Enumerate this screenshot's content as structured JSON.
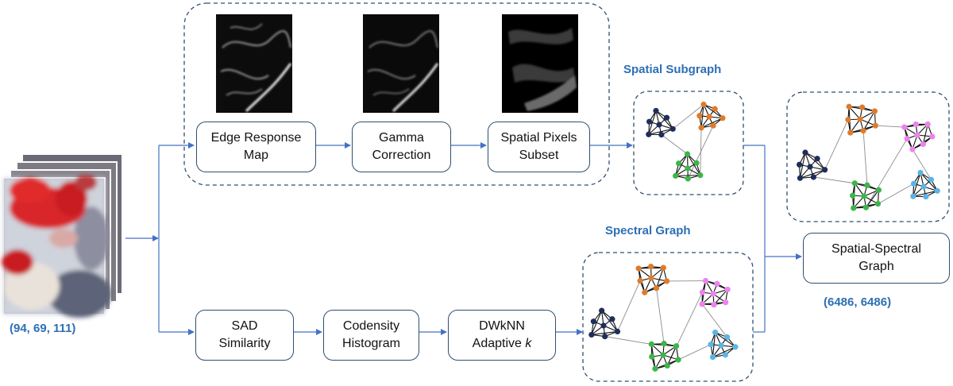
{
  "colors": {
    "accent_blue": "#2e6fb5",
    "line": "#4472c4",
    "box_border": "#2f4f6f",
    "node_navy": "#1f2d5c",
    "node_orange": "#e07b2a",
    "node_green": "#3cb54a",
    "node_pink": "#ee82ee",
    "node_sky": "#5ab4e6"
  },
  "input_cube": {
    "shape_label": "(94, 69, 111)"
  },
  "spatial_branch": {
    "steps": [
      {
        "label": "Edge Response\nMap"
      },
      {
        "label": "Gamma\nCorrection"
      },
      {
        "label": "Spatial Pixels\nSubset"
      }
    ],
    "graph_title": "Spatial Subgraph"
  },
  "spectral_branch": {
    "steps": [
      {
        "label": "SAD\nSimilarity"
      },
      {
        "label": "Codensity\nHistogram"
      },
      {
        "label": "DWkNN\nAdaptive k"
      }
    ],
    "graph_title": "Spectral Graph"
  },
  "output": {
    "label": "Spatial-Spectral\nGraph",
    "shape_label": "(6486, 6486)"
  }
}
